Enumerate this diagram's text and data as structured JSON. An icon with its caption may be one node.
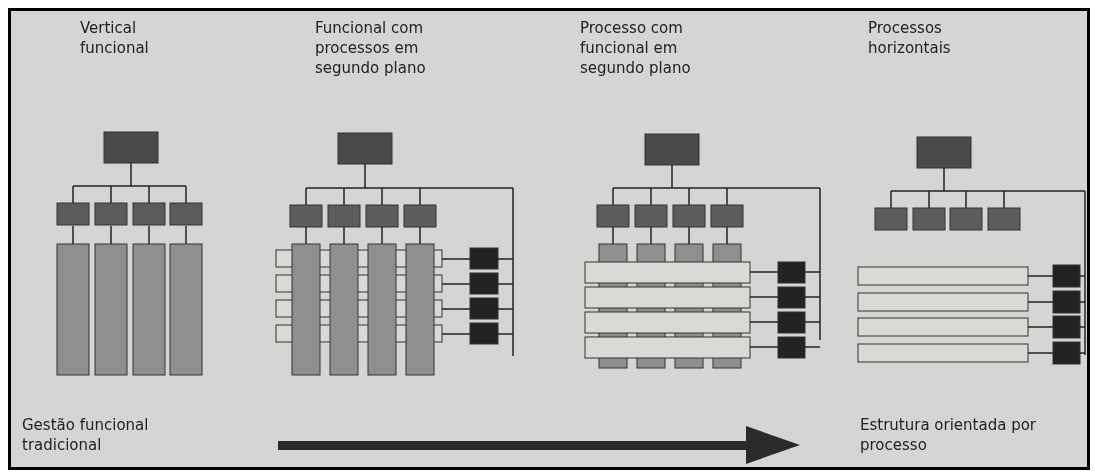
{
  "diagram": {
    "labels": [
      "Vertical funcional",
      "Funcional com processos em segundo plano",
      "Processo com funcional em segundo plano",
      "Processos horizontais",
      "Gestão funcional tradicional",
      "Estrutura orientada por processo"
    ]
  }
}
